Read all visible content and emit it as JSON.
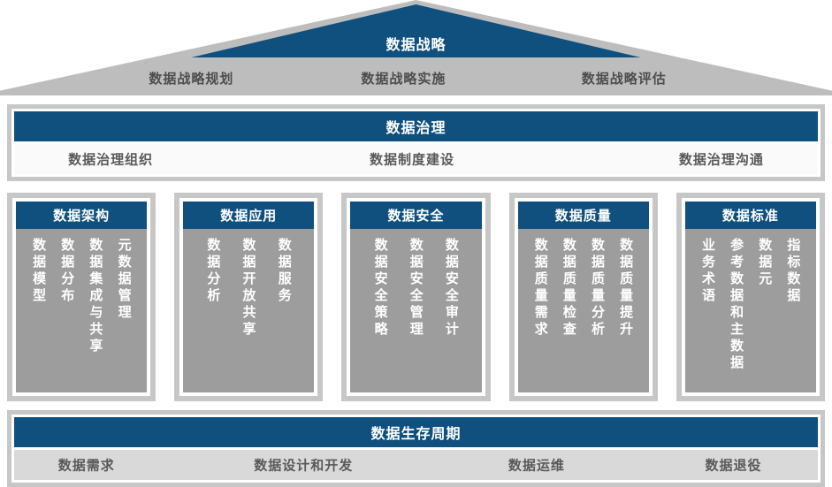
{
  "colors": {
    "accent_blue": "#0f507f",
    "roof_gray": "#bdbdbd",
    "frame_gray": "#c7c7c7",
    "pillar_body_gray": "#9d9d9d",
    "label_gray": "#595959"
  },
  "roof": {
    "title": "数据战略",
    "items": [
      "数据战略规划",
      "数据战略实施",
      "数据战略评估"
    ]
  },
  "governance": {
    "title": "数据治理",
    "items": [
      "数据治理组织",
      "数据制度建设",
      "数据治理沟通"
    ]
  },
  "pillars": [
    {
      "title": "数据架构",
      "items": [
        "数据模型",
        "数据分布",
        "数据集成与共享",
        "元数据管理"
      ]
    },
    {
      "title": "数据应用",
      "items": [
        "数据分析",
        "数据开放共享",
        "数据服务"
      ]
    },
    {
      "title": "数据安全",
      "items": [
        "数据安全策略",
        "数据安全管理",
        "数据安全审计"
      ]
    },
    {
      "title": "数据质量",
      "items": [
        "数据质量需求",
        "数据质量检查",
        "数据质量分析",
        "数据质量提升"
      ]
    },
    {
      "title": "数据标准",
      "items": [
        "业务术语",
        "参考数据和主数据",
        "数据元",
        "指标数据"
      ]
    }
  ],
  "lifecycle": {
    "title": "数据生存周期",
    "items": [
      "数据需求",
      "数据设计和开发",
      "数据运维",
      "数据退役"
    ]
  }
}
